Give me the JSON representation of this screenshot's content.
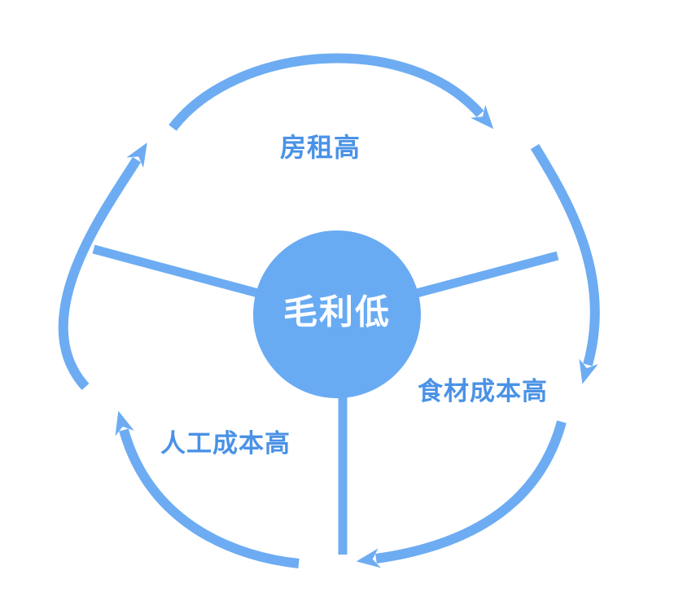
{
  "diagram": {
    "title_hint": "cycle-diagram",
    "center": {
      "label": "毛利低"
    },
    "factors": [
      {
        "id": "rent",
        "label": "房租高",
        "position": "top"
      },
      {
        "id": "food-cost",
        "label": "食材成本高",
        "position": "right"
      },
      {
        "id": "labor-cost",
        "label": "人工成本高",
        "position": "bottom-left"
      }
    ],
    "cycle": {
      "direction": "clockwise",
      "arrow_count": 5,
      "spoke_count": 3
    },
    "colors": {
      "shape_blue": "#6dacf2",
      "label_blue": "#4a92e6",
      "center_fill": "#69abf3",
      "center_text": "#ffffff",
      "background": "#ffffff"
    }
  }
}
